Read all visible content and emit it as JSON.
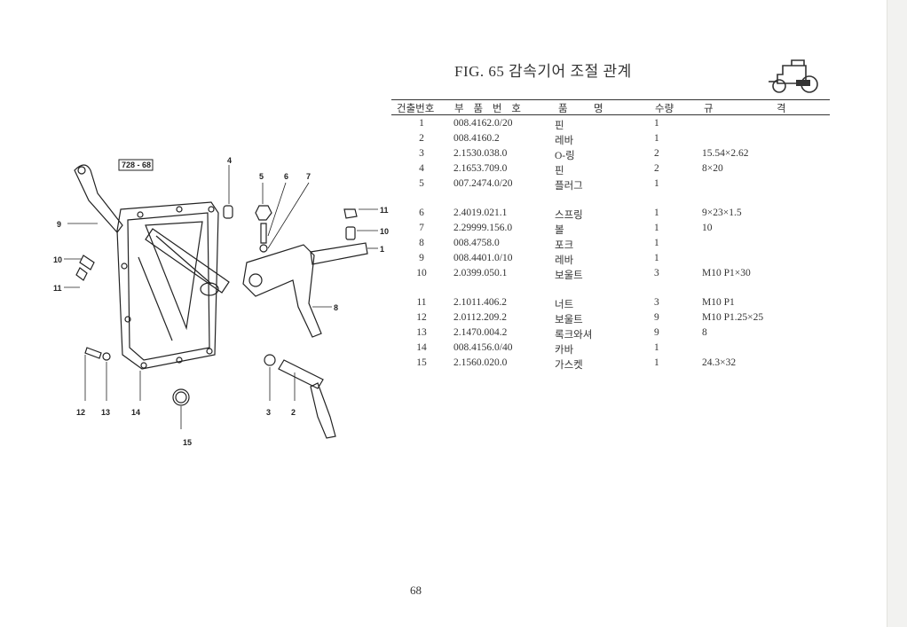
{
  "title": "FIG. 65 감속기어 조절 관계",
  "table": {
    "headers": {
      "item_no": "건출번호",
      "part_no": "부 품 번 호",
      "name_a": "품",
      "name_b": "명",
      "qty": "수량",
      "spec_a": "규",
      "spec_b": "격"
    },
    "rows": [
      {
        "no": "1",
        "part": "008.4162.0/20",
        "name": "핀",
        "qty": "1",
        "spec": ""
      },
      {
        "no": "2",
        "part": "008.4160.2",
        "name": "레바",
        "qty": "1",
        "spec": ""
      },
      {
        "no": "3",
        "part": "2.1530.038.0",
        "name": "O-링",
        "qty": "2",
        "spec": "15.54×2.62"
      },
      {
        "no": "4",
        "part": "2.1653.709.0",
        "name": "핀",
        "qty": "2",
        "spec": "8×20"
      },
      {
        "no": "5",
        "part": "007.2474.0/20",
        "name": "플러그",
        "qty": "1",
        "spec": ""
      },
      {
        "no": "6",
        "part": "2.4019.021.1",
        "name": "스프링",
        "qty": "1",
        "spec": "9×23×1.5"
      },
      {
        "no": "7",
        "part": "2.29999.156.0",
        "name": "볼",
        "qty": "1",
        "spec": "10"
      },
      {
        "no": "8",
        "part": "008.4758.0",
        "name": "포크",
        "qty": "1",
        "spec": ""
      },
      {
        "no": "9",
        "part": "008.4401.0/10",
        "name": "레바",
        "qty": "1",
        "spec": ""
      },
      {
        "no": "10",
        "part": "2.0399.050.1",
        "name": "보울트",
        "qty": "3",
        "spec": "M10  P1×30"
      },
      {
        "no": "11",
        "part": "2.1011.406.2",
        "name": "너트",
        "qty": "3",
        "spec": "M10  P1"
      },
      {
        "no": "12",
        "part": "2.0112.209.2",
        "name": "보울트",
        "qty": "9",
        "spec": "M10  P1.25×25"
      },
      {
        "no": "13",
        "part": "2.1470.004.2",
        "name": "록크와셔",
        "qty": "9",
        "spec": "8"
      },
      {
        "no": "14",
        "part": "008.4156.0/40",
        "name": "카바",
        "qty": "1",
        "spec": ""
      },
      {
        "no": "15",
        "part": "2.1560.020.0",
        "name": "가스켓",
        "qty": "1",
        "spec": "24.3×32"
      }
    ]
  },
  "diagram": {
    "ref_code": "728 - 68",
    "callouts": [
      "4",
      "5",
      "6",
      "7",
      "9",
      "10",
      "11",
      "11",
      "10",
      "1",
      "8",
      "12",
      "13",
      "14",
      "15",
      "3",
      "2"
    ]
  },
  "page_number": "68",
  "icons": {
    "logo": "tractor-icon"
  }
}
